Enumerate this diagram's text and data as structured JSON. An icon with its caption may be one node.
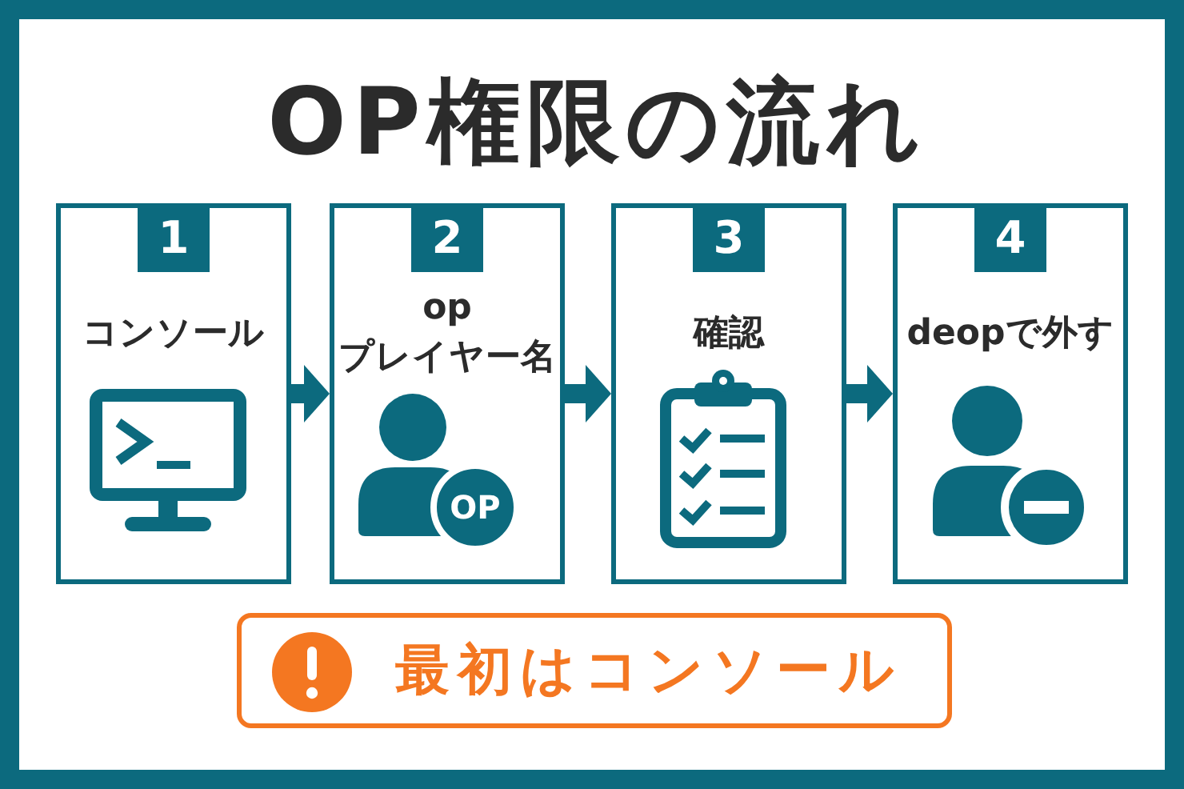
{
  "diagram": {
    "title": "OP権限の流れ",
    "nodes": [
      {
        "text": [
          "コンソール"
        ]
      },
      {
        "text": [
          "1"
        ],
        "in": 0
      },
      {
        "text": [
          "op プレイヤー名"
        ]
      },
      {
        "text": [
          "2"
        ],
        "in": 2
      },
      {
        "text": [
          "OP"
        ],
        "in": 2
      },
      {
        "text": [
          "確認"
        ]
      },
      {
        "text": [
          "3"
        ],
        "in": 5
      },
      {
        "text": [
          "deopで外す"
        ]
      },
      {
        "text": [
          "4"
        ],
        "in": 7
      },
      {
        "text": [
          "最初はコンソール"
        ]
      }
    ],
    "edges": [
      {
        "from": 0,
        "to": 2,
        "arrow": "to"
      },
      {
        "from": 2,
        "to": 5,
        "arrow": "to"
      },
      {
        "from": 5,
        "to": 7,
        "arrow": "to"
      }
    ]
  }
}
